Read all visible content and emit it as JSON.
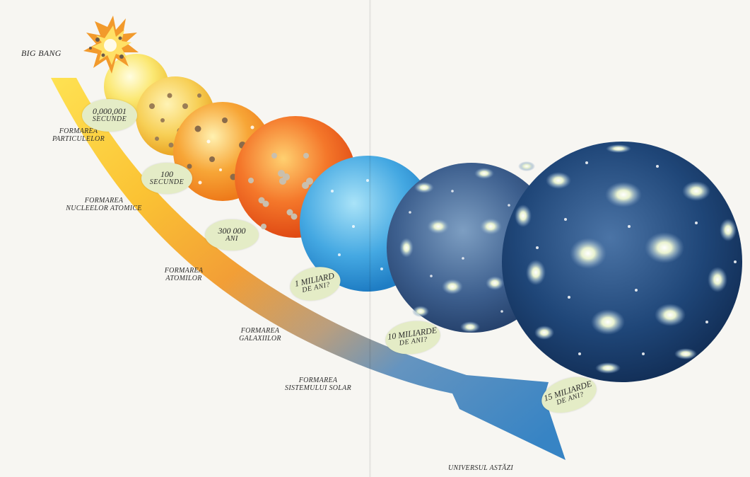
{
  "big_bang": "BIG BANG",
  "stages": [
    {
      "line1": "FORMAREA",
      "line2": "PARTICULELOR"
    },
    {
      "line1": "FORMAREA",
      "line2": "NUCLEELOR ATOMICE"
    },
    {
      "line1": "FORMAREA",
      "line2": "ATOMILOR"
    },
    {
      "line1": "FORMAREA",
      "line2": "GALAXIILOR"
    },
    {
      "line1": "FORMAREA",
      "line2": "SISTEMULUI SOLAR"
    }
  ],
  "times": [
    {
      "line1": "0,000,001",
      "line2": "SECUNDE"
    },
    {
      "line1": "100",
      "line2": "SECUNDE"
    },
    {
      "line1": "300 000",
      "line2": "ANI"
    },
    {
      "line1": "1 MILIARD",
      "line2": "DE ANI?"
    },
    {
      "line1": "10 MILIARDE",
      "line2": "DE ANI?"
    },
    {
      "line1": "15 MILIARDE",
      "line2": "DE ANI?"
    }
  ],
  "present": "UNIVERSUL ASTĂZI",
  "colors": {
    "arrow_start": "#ffd400",
    "arrow_mid": "#f39a2a",
    "arrow_end": "#2f7fc0",
    "bubble": "#e4ecc6"
  },
  "icons": [
    "explosion-icon",
    "galaxy-icon"
  ]
}
